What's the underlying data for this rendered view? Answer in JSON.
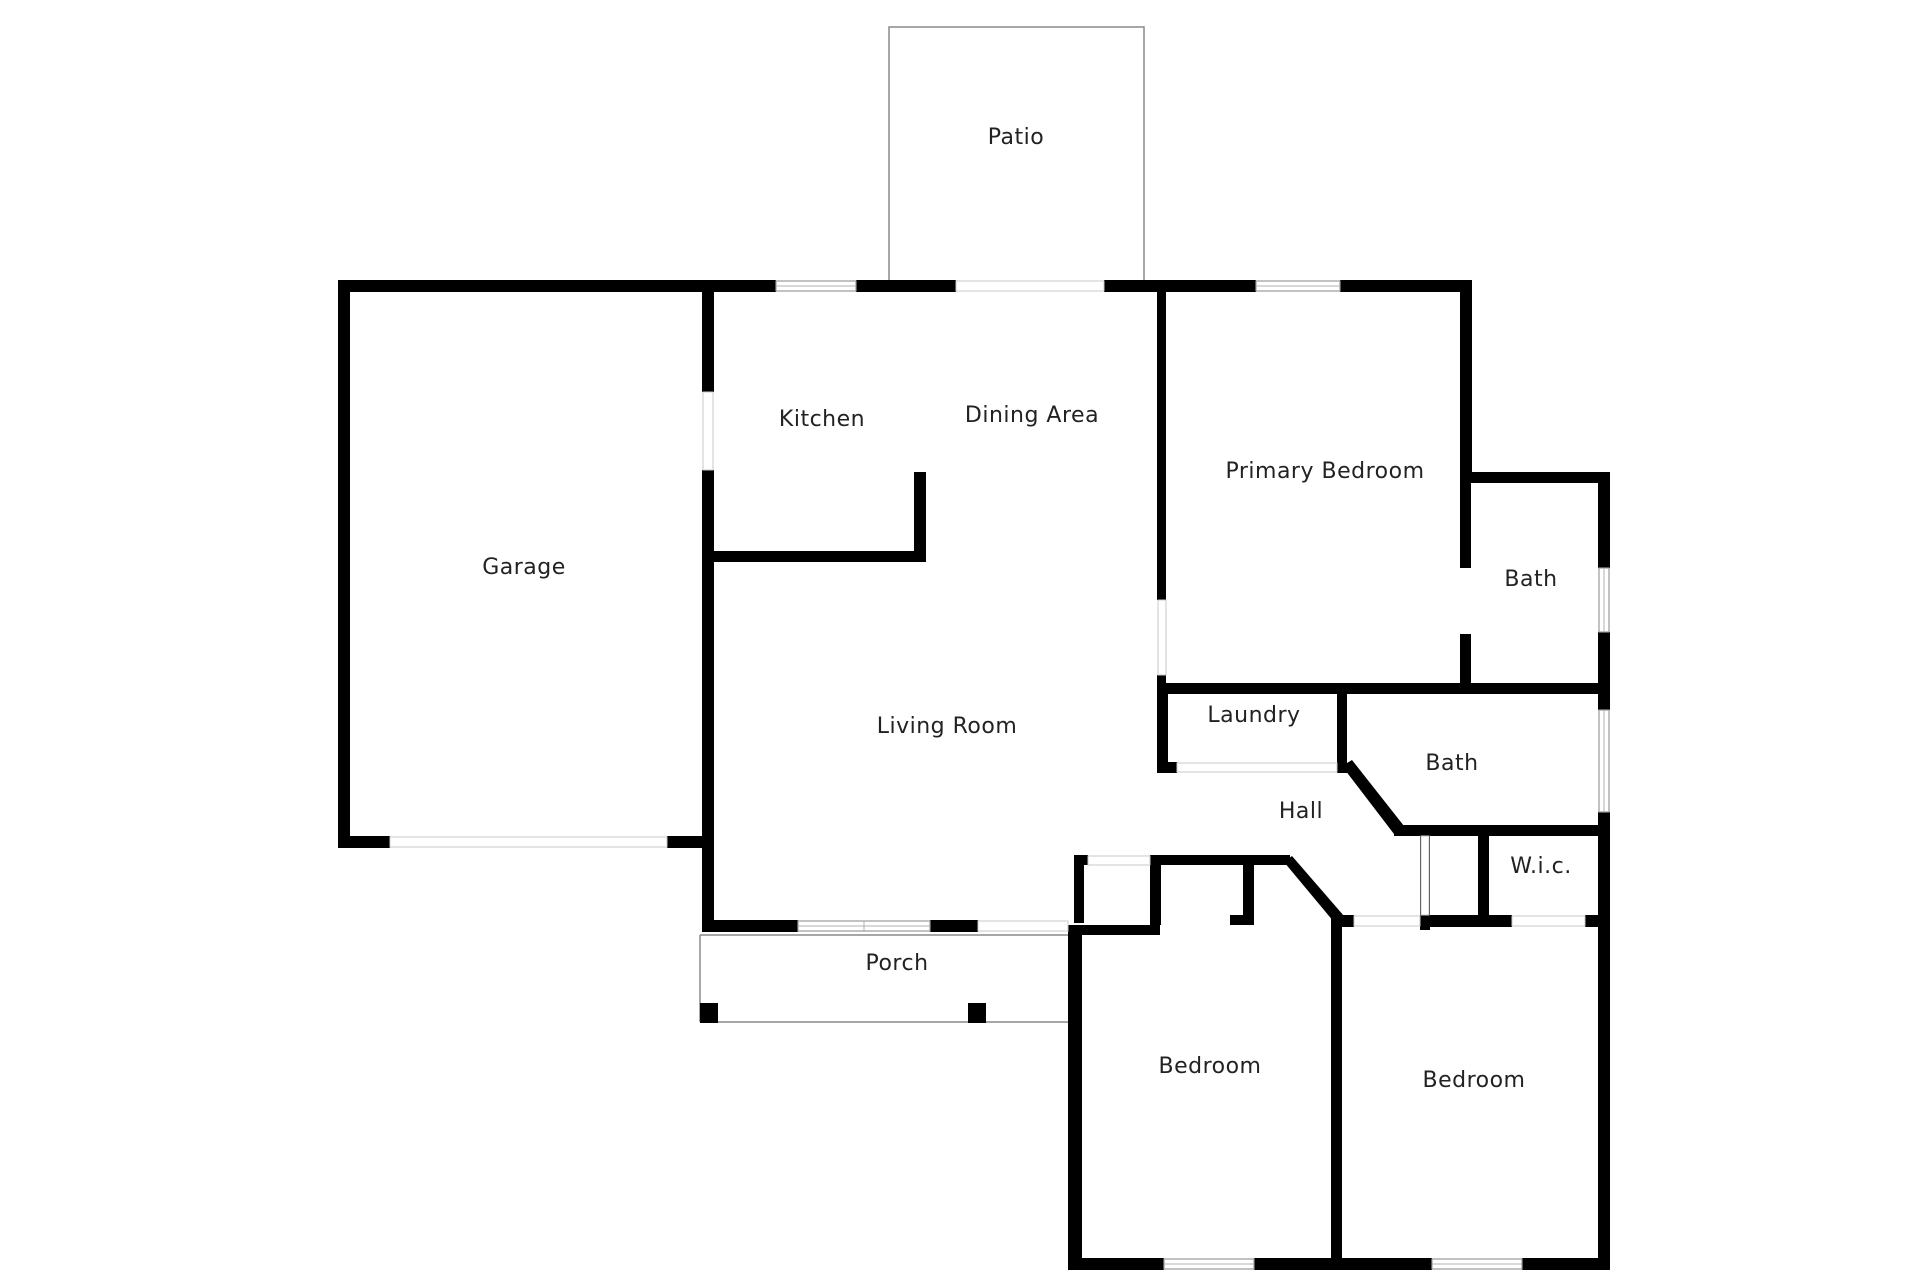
{
  "rooms": {
    "patio": "Patio",
    "kitchen": "Kitchen",
    "dining_area": "Dining Area",
    "primary_bedroom": "Primary Bedroom",
    "garage": "Garage",
    "bath_primary": "Bath",
    "living_room": "Living Room",
    "laundry": "Laundry",
    "bath_hall": "Bath",
    "hall": "Hall",
    "wic": "W.i.c.",
    "porch": "Porch",
    "bedroom_left": "Bedroom",
    "bedroom_right": "Bedroom"
  },
  "colors": {
    "wall": "#000000",
    "background": "#ffffff",
    "label": "#222222"
  }
}
